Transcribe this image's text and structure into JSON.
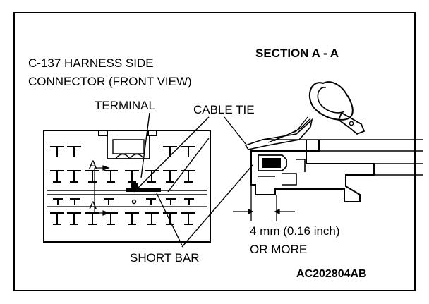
{
  "labels": {
    "connector_line1": "C-137 HARNESS SIDE",
    "connector_line2": "CONNECTOR (FRONT VIEW)",
    "section": "SECTION A - A",
    "terminal": "TERMINAL",
    "cable_tie": "CABLE TIE",
    "section_mark": "A",
    "dimension": "4 mm (0.16 inch)",
    "or_more": "OR MORE",
    "short_bar": "SHORT BAR",
    "figure_code": "AC202804AB"
  }
}
